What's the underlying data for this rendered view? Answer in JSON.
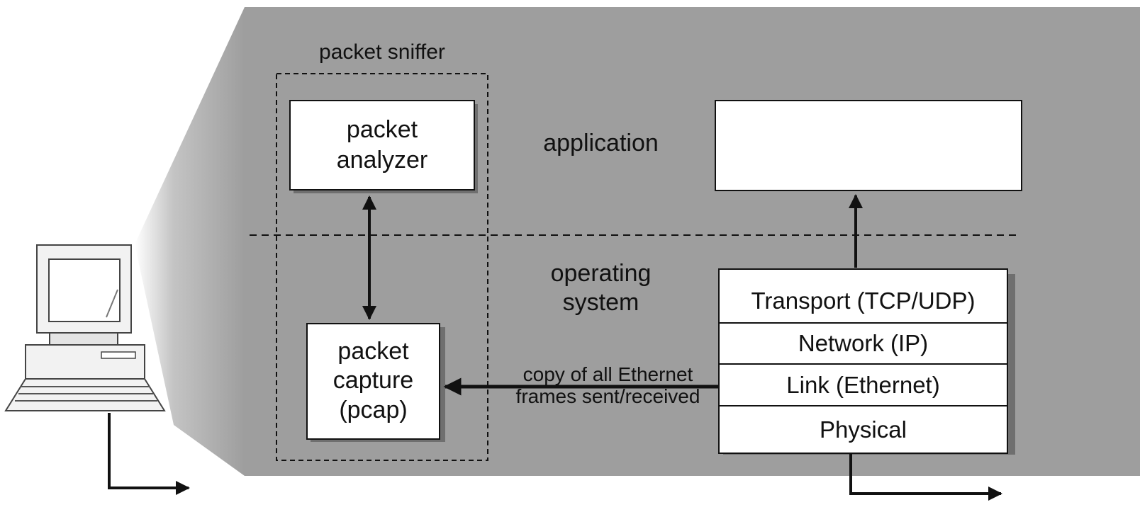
{
  "diagram": {
    "sniffer_title": "packet sniffer",
    "analyzer_label": "packet\nanalyzer",
    "capture_label": "packet\ncapture\n(pcap)",
    "application_label": "application",
    "os_label": "operating\nsystem",
    "copy_label": "copy of all Ethernet\nframes sent/received",
    "stack_layers": [
      "Transport (TCP/UDP)",
      "Network (IP)",
      "Link (Ethernet)",
      "Physical"
    ]
  },
  "colors": {
    "panel_gray": "#9e9e9e",
    "box_fill": "#ffffff",
    "line": "#111111"
  },
  "icons": [
    "computer-icon",
    "arrow-icon"
  ]
}
